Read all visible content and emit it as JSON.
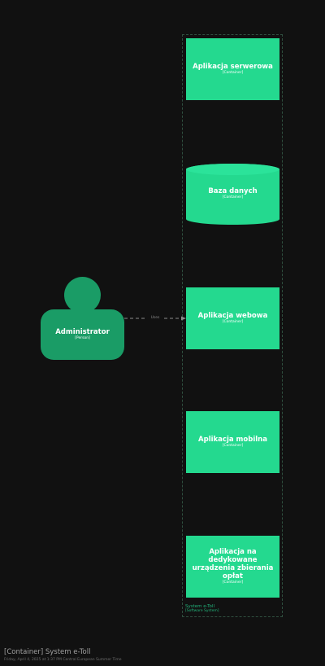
{
  "diagram": {
    "boundary": {
      "name": "System e-Toll",
      "type": "[Software System]"
    },
    "containers": [
      {
        "name": "Aplikacja serwerowa",
        "type": "[Container]"
      },
      {
        "name": "Aplikacja webowa",
        "type": "[Container]"
      },
      {
        "name": "Aplikacja mobilna",
        "type": "[Container]"
      },
      {
        "name": "Aplikacja na dedykowane urządzenia zbierania opłat",
        "type": "[Container]"
      }
    ],
    "database": {
      "name": "Baza danych",
      "type": "[Container]"
    },
    "person": {
      "name": "Administrator",
      "type": "[Person]"
    },
    "relationship": {
      "label": "Uses"
    }
  },
  "footer": {
    "title": "[Container] System e-Toll",
    "subtitle": "Friday, April 4, 2025 at 1:37 PM Central European Summer Time"
  },
  "colors": {
    "background": "#111111",
    "container": "#24d98f",
    "person": "#1a9c66",
    "boundary": "#2f4f3f",
    "text": "#ffffff"
  }
}
